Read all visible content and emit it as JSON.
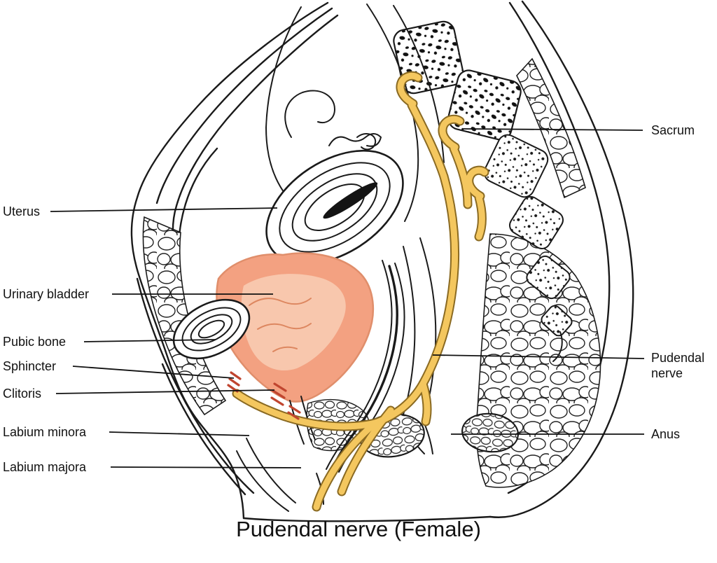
{
  "figure": {
    "title": "Pudendal nerve (Female)"
  },
  "labels": {
    "uterus": "Uterus",
    "urinary_bladder": "Urinary bladder",
    "pubic_bone": "Pubic bone",
    "sphincter": "Sphincter",
    "clitoris": "Clitoris",
    "labium_minora": "Labium minora",
    "labium_majora": "Labium majora",
    "sacrum": "Sacrum",
    "pudendal_nerve": "Pudendal nerve",
    "anus": "Anus"
  },
  "colors": {
    "nerve_yellow": "#F4C75F",
    "nerve_outline": "#8A6A22",
    "bladder_salmon": "#F3A181",
    "bladder_highlight": "#F8C7AD",
    "accent_red": "#C0452F",
    "outline_black": "#1A1A1A",
    "background": "#FFFFFF"
  }
}
